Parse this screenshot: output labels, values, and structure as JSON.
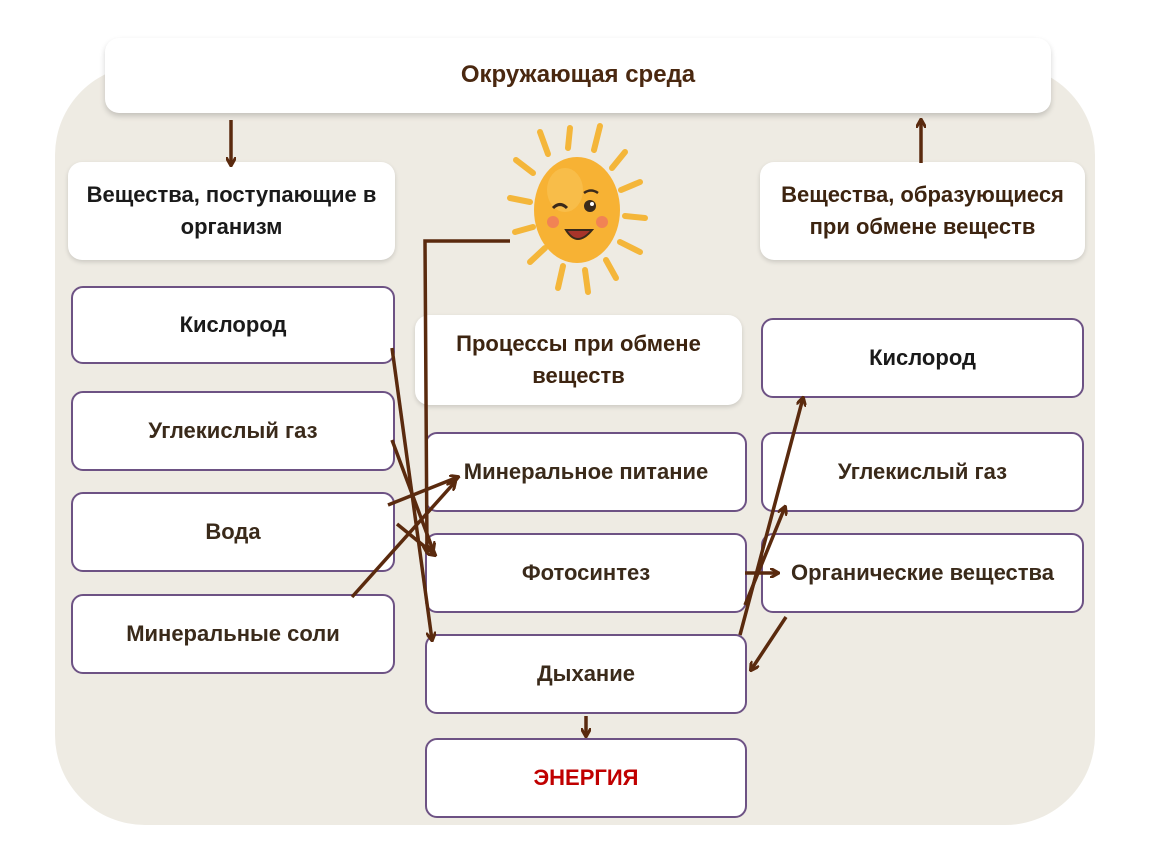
{
  "header": {
    "title": "Окружающая среда"
  },
  "left": {
    "heading": "Вещества, поступающие в организм",
    "items": [
      "Кислород",
      "Углекислый газ",
      "Вода",
      "Минеральные соли"
    ]
  },
  "center": {
    "heading": "Процессы при обмене веществ",
    "items": [
      "Минеральное питание",
      "Фотосинтез",
      "Дыхание"
    ],
    "energy": "ЭНЕРГИЯ"
  },
  "right": {
    "heading": "Вещества, образующиеся при обмене веществ",
    "items": [
      "Кислород",
      "Углекислый газ",
      "Органические вещества"
    ]
  },
  "icons": {
    "sun": "smiling-sun-icon"
  },
  "colors": {
    "arrow": "#5a2a0e",
    "box_border": "#6d5284",
    "energy_text": "#c00000",
    "background": "#eeebe3"
  }
}
